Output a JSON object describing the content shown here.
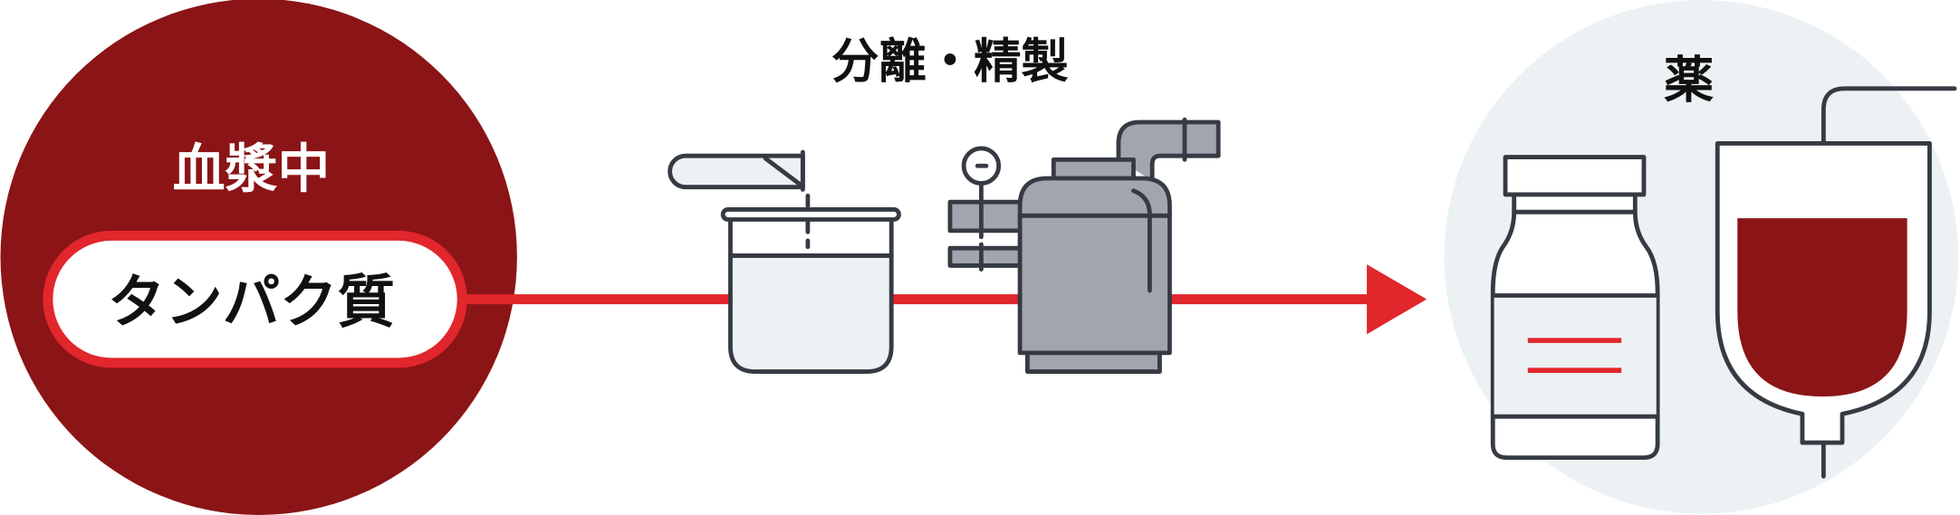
{
  "source": {
    "label": "血漿中",
    "item": "タンパク質"
  },
  "process": {
    "label": "分離・精製"
  },
  "result": {
    "label": "薬"
  },
  "colors": {
    "dark_red": "#8b1416",
    "red": "#e1262c",
    "outline": "#363a42",
    "light": "#ecf1f4",
    "gray": "#a2a5ad"
  }
}
